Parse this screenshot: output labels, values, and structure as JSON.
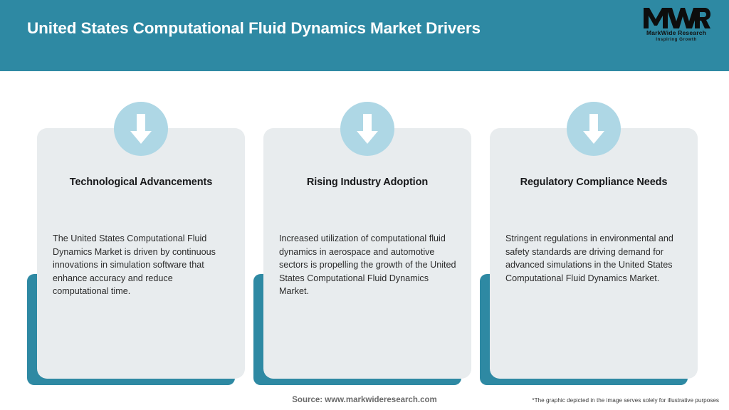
{
  "header": {
    "title": "United States Computational Fluid Dynamics Market Drivers",
    "background_color": "#2e89a3",
    "logo": {
      "mark_text": "MWR",
      "name": "MarkWide Research",
      "tagline": "Inspiring Growth",
      "icon": "mwr-logo-icon"
    }
  },
  "cards": [
    {
      "icon": "down-arrow-icon",
      "heading": "Technological Advancements",
      "body": "The United States Computational Fluid Dynamics Market is driven by continuous innovations in simulation software that enhance accuracy and reduce computational time."
    },
    {
      "icon": "down-arrow-icon",
      "heading": "Rising Industry Adoption",
      "body": "Increased utilization of computational fluid dynamics in aerospace and automotive sectors is propelling the growth of the United States Computational Fluid Dynamics Market."
    },
    {
      "icon": "down-arrow-icon",
      "heading": "Regulatory Compliance Needs",
      "body": "Stringent regulations in environmental and safety standards are driving demand for advanced simulations in the United States Computational Fluid Dynamics Market."
    }
  ],
  "footer": {
    "source": "Source: www.markwideresearch.com",
    "disclaimer": "*The graphic depicted in the image serves solely for illustrative purposes"
  },
  "colors": {
    "teal": "#2e89a3",
    "card_background": "#e8ecee",
    "icon_circle": "#aed7e5",
    "arrow": "#ffffff"
  }
}
